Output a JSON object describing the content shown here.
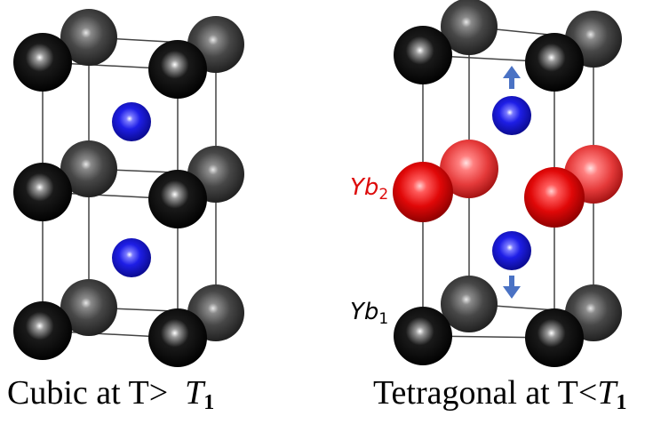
{
  "left_structure": {
    "caption": {
      "prefix": "Cubic at T>",
      "symbol": "T",
      "subscript": "1"
    }
  },
  "right_structure": {
    "caption": {
      "prefix": "Tetragonal at T<",
      "symbol": "T",
      "subscript": "1"
    },
    "labels": {
      "yb2": {
        "symbol": "Yb",
        "subscript": "2"
      },
      "yb1": {
        "symbol": "Yb",
        "subscript": "1"
      }
    }
  },
  "colors": {
    "black_atom": "#050505",
    "grey_atom": "#404040",
    "blue_atom": "#1414d2",
    "red_atom": "#e00a0a",
    "arrow": "#4a72c4",
    "bond": "#444444"
  }
}
